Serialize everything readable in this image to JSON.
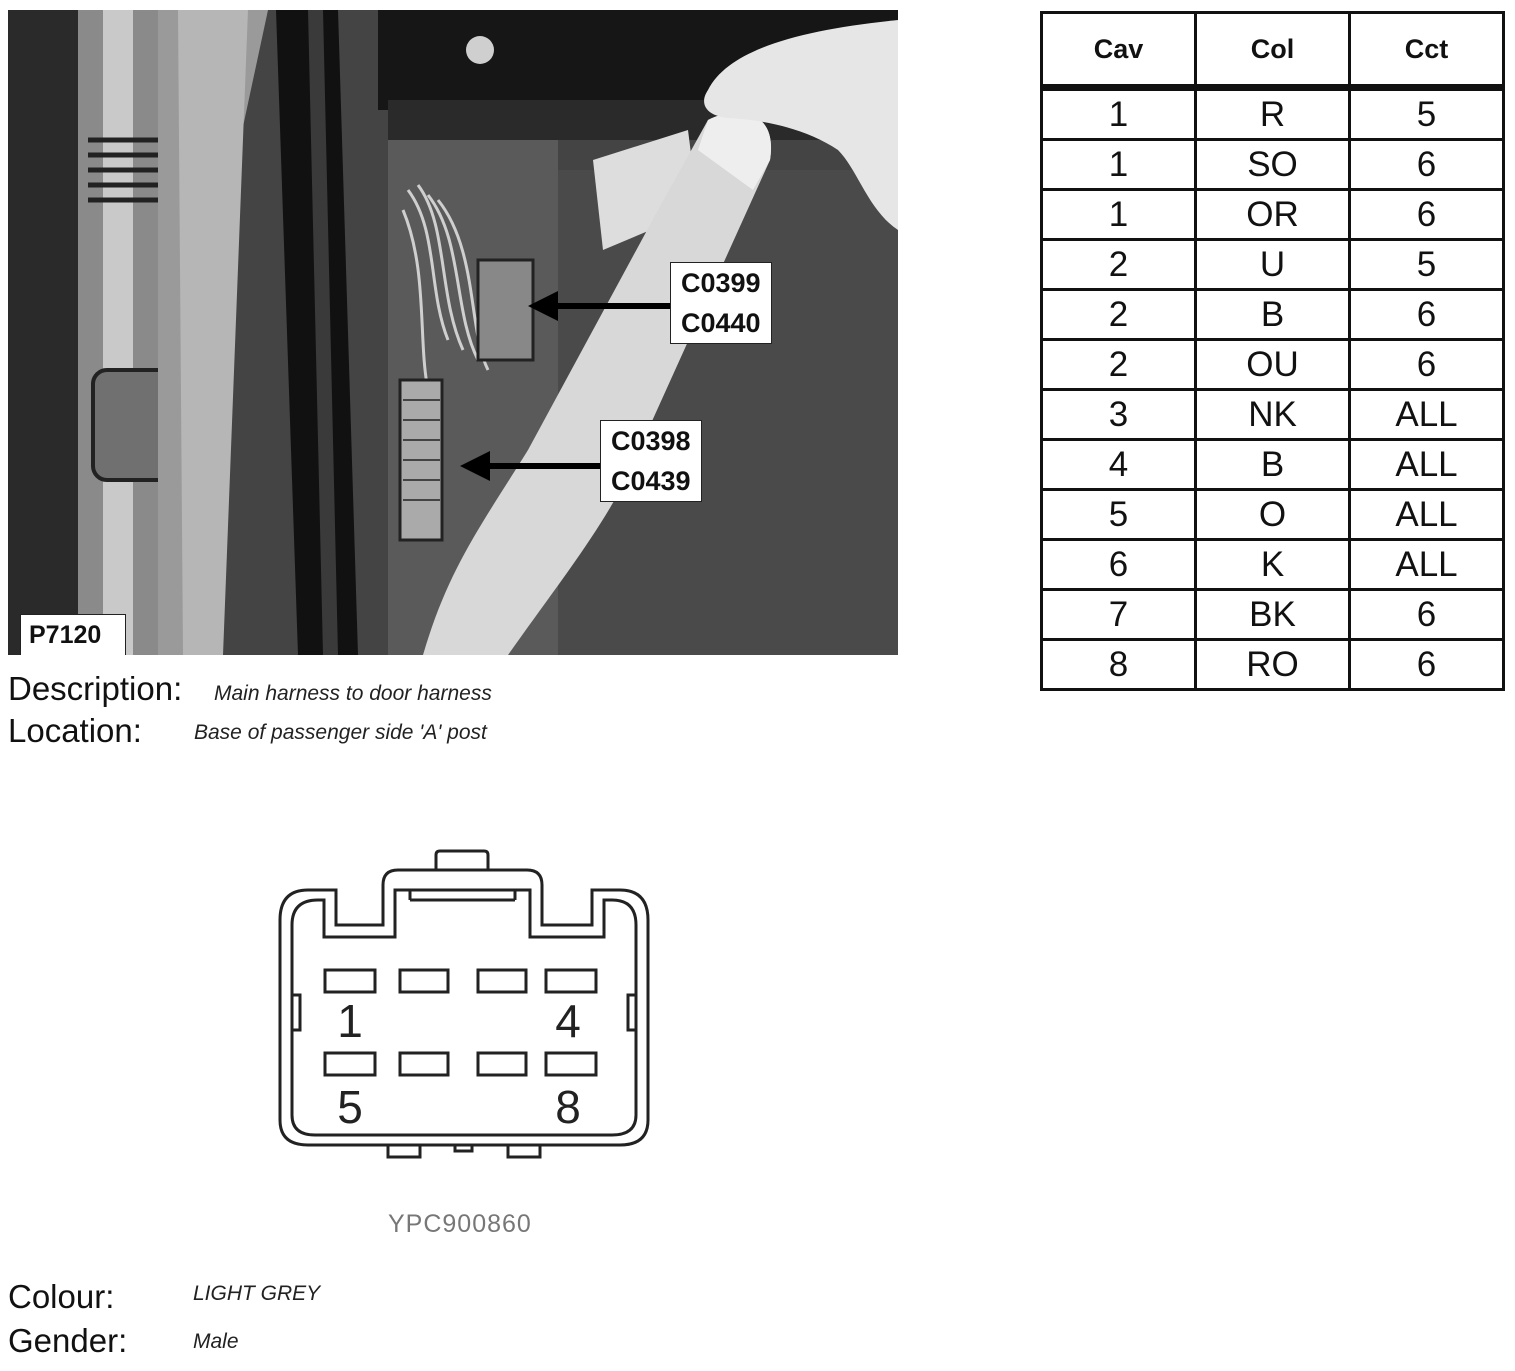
{
  "photo": {
    "id_label": "P7120",
    "callouts": [
      {
        "lines": [
          "C0399",
          "C0440"
        ]
      },
      {
        "lines": [
          "C0398",
          "C0439"
        ]
      }
    ]
  },
  "info": {
    "description_label": "Description:",
    "description_value": "Main harness to door harness",
    "location_label": "Location:",
    "location_value": "Base of passenger side 'A' post",
    "colour_label": "Colour:",
    "colour_value": "LIGHT GREY",
    "gender_label": "Gender:",
    "gender_value": "Male"
  },
  "table": {
    "headers": [
      "Cav",
      "Col",
      "Cct"
    ],
    "rows": [
      [
        "1",
        "R",
        "5"
      ],
      [
        "1",
        "SO",
        "6"
      ],
      [
        "1",
        "OR",
        "6"
      ],
      [
        "2",
        "U",
        "5"
      ],
      [
        "2",
        "B",
        "6"
      ],
      [
        "2",
        "OU",
        "6"
      ],
      [
        "3",
        "NK",
        "ALL"
      ],
      [
        "4",
        "B",
        "ALL"
      ],
      [
        "5",
        "O",
        "ALL"
      ],
      [
        "6",
        "K",
        "ALL"
      ],
      [
        "7",
        "BK",
        "6"
      ],
      [
        "8",
        "RO",
        "6"
      ]
    ]
  },
  "connector": {
    "part_number": "YPC900860",
    "pin_labels": [
      "1",
      "4",
      "5",
      "8"
    ]
  }
}
